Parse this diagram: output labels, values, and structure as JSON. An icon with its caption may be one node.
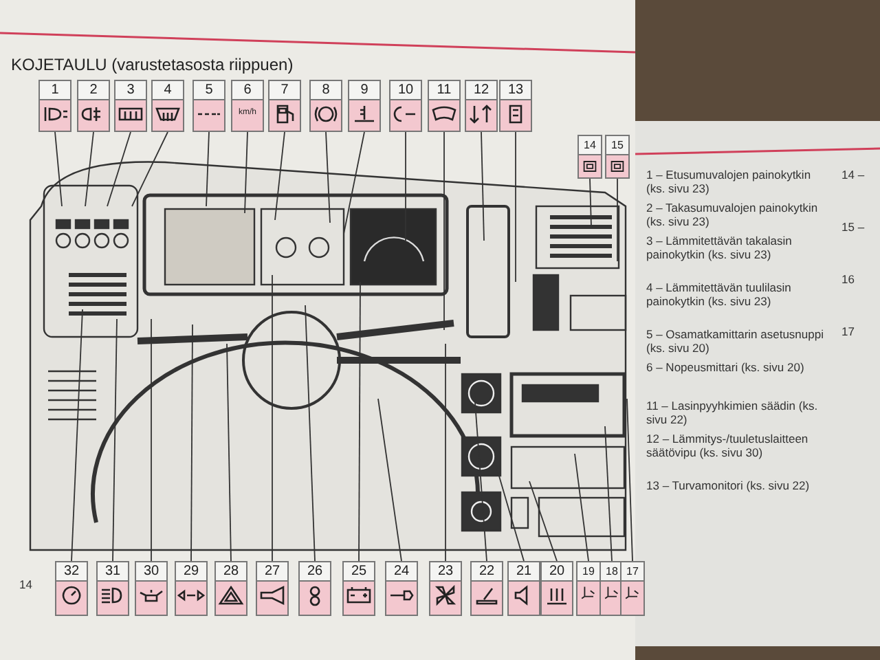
{
  "diagram": {
    "title": "KOJETAULU (varustetasosta riippuen)",
    "nodes": [
      {
        "text": [
          "1"
        ]
      },
      {
        "text": [
          "2"
        ]
      },
      {
        "text": [
          "3"
        ]
      },
      {
        "text": [
          "4"
        ]
      },
      {
        "text": [
          "5"
        ]
      },
      {
        "text": [
          "6",
          "km/h"
        ]
      },
      {
        "text": [
          "7"
        ]
      },
      {
        "text": [
          "8"
        ]
      },
      {
        "text": [
          "9"
        ]
      },
      {
        "text": [
          "10"
        ]
      },
      {
        "text": [
          "11"
        ]
      },
      {
        "text": [
          "12"
        ]
      },
      {
        "text": [
          "13"
        ]
      },
      {
        "text": [
          "14"
        ]
      },
      {
        "text": [
          "15"
        ]
      },
      {
        "text": [
          "32"
        ]
      },
      {
        "text": [
          "31"
        ]
      },
      {
        "text": [
          "30"
        ]
      },
      {
        "text": [
          "29"
        ]
      },
      {
        "text": [
          "28"
        ]
      },
      {
        "text": [
          "27"
        ]
      },
      {
        "text": [
          "26"
        ]
      },
      {
        "text": [
          "25"
        ]
      },
      {
        "text": [
          "24"
        ]
      },
      {
        "text": [
          "23"
        ]
      },
      {
        "text": [
          "22"
        ]
      },
      {
        "text": [
          "21"
        ]
      },
      {
        "text": [
          "20"
        ]
      },
      {
        "text": [
          "19"
        ]
      },
      {
        "text": [
          "18"
        ]
      },
      {
        "text": [
          "17"
        ]
      }
    ],
    "edges": [
      {
        "from": 0,
        "to": null,
        "arrow": "none"
      },
      {
        "from": 1,
        "to": null,
        "arrow": "none"
      },
      {
        "from": 2,
        "to": null,
        "arrow": "none"
      },
      {
        "from": 3,
        "to": null,
        "arrow": "none"
      },
      {
        "from": 4,
        "to": null,
        "arrow": "none"
      },
      {
        "from": 5,
        "to": null,
        "arrow": "none"
      },
      {
        "from": 6,
        "to": null,
        "arrow": "none"
      },
      {
        "from": 7,
        "to": null,
        "arrow": "none"
      },
      {
        "from": 8,
        "to": null,
        "arrow": "none"
      },
      {
        "from": 9,
        "to": null,
        "arrow": "none"
      },
      {
        "from": 10,
        "to": null,
        "arrow": "none"
      },
      {
        "from": 11,
        "to": null,
        "arrow": "none"
      },
      {
        "from": 12,
        "to": null,
        "arrow": "none"
      },
      {
        "from": 13,
        "to": null,
        "arrow": "none"
      },
      {
        "from": 14,
        "to": null,
        "arrow": "none"
      },
      {
        "from": 15,
        "to": null,
        "arrow": "none"
      },
      {
        "from": 16,
        "to": null,
        "arrow": "none"
      },
      {
        "from": 17,
        "to": null,
        "arrow": "none"
      },
      {
        "from": 18,
        "to": null,
        "arrow": "none"
      },
      {
        "from": 19,
        "to": null,
        "arrow": "none"
      },
      {
        "from": 20,
        "to": null,
        "arrow": "none"
      },
      {
        "from": 21,
        "to": null,
        "arrow": "none"
      },
      {
        "from": 22,
        "to": null,
        "arrow": "none"
      },
      {
        "from": 23,
        "to": null,
        "arrow": "none"
      },
      {
        "from": 24,
        "to": null,
        "arrow": "none"
      },
      {
        "from": 25,
        "to": null,
        "arrow": "none"
      },
      {
        "from": 26,
        "to": null,
        "arrow": "none"
      },
      {
        "from": 27,
        "to": null,
        "arrow": "none"
      },
      {
        "from": 28,
        "to": null,
        "arrow": "none"
      },
      {
        "from": 29,
        "to": null,
        "arrow": "none"
      },
      {
        "from": 30,
        "to": null,
        "arrow": "none"
      }
    ],
    "labels": [
      "14",
      "1 – Etusumuvalojen painokytkin (ks. sivu 23)",
      "2 – Takasumuvalojen painokytkin (ks. sivu 23)",
      "3 – Lämmitettävän takalasin painokytkin (ks. sivu 23)",
      "4 – Lämmitettävän tuulilasin painokytkin (ks. sivu 23)",
      "5 – Osamatkamittarin asetusnuppi (ks. sivu 20)",
      "6 – Nopeusmittari (ks. sivu 20)",
      "11 – Lasinpyyhkimien säädin (ks. sivu 22)",
      "12 – Lämmitys-/tuuletuslaitteen säätövipu (ks. sivu 30)",
      "13 – Turvamonitori (ks. sivu 22)",
      "14 –",
      "15 –",
      "16",
      "17"
    ]
  }
}
